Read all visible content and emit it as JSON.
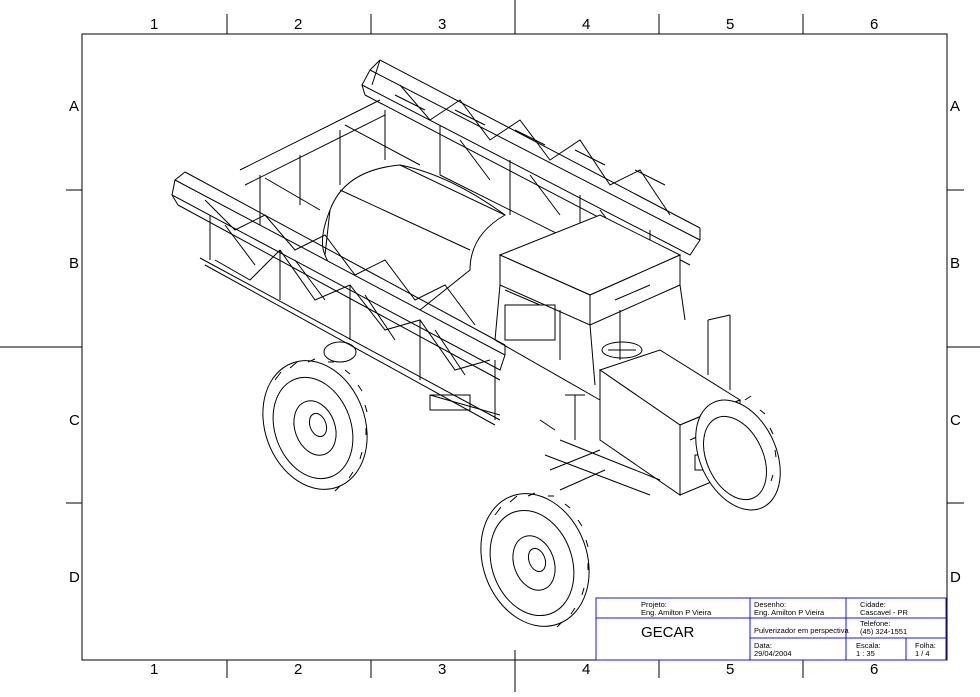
{
  "border": {
    "top_columns": [
      "1",
      "2",
      "3",
      "4",
      "5",
      "6"
    ],
    "bottom_columns": [
      "1",
      "2",
      "3",
      "4",
      "5",
      "6"
    ],
    "left_rows": [
      "A",
      "B",
      "C",
      "D"
    ],
    "right_rows": [
      "A",
      "B",
      "C",
      "D"
    ]
  },
  "title_block": {
    "projeto_label": "Projeto:",
    "projeto_value": "Eng. Amilton P Vieira",
    "company": "GECAR",
    "desenho_label": "Desenho:",
    "desenho_value": "Eng. Amilton P Vieira",
    "description": "Pulverizador em perspectiva",
    "data_label": "Data:",
    "data_value": "29/04/2004",
    "cidade_label": "Cidade:",
    "cidade_value": "Cascavel - PR",
    "telefone_label": "Telefone:",
    "telefone_value": "(45) 324-1551",
    "escala_label": "Escala:",
    "escala_value": "1 : 35",
    "folha_label": "Folha:",
    "folha_value": "1 / 4"
  },
  "colors": {
    "line": "#000000",
    "title_block_border": "#1a1acc",
    "paper": "#ffffff"
  }
}
